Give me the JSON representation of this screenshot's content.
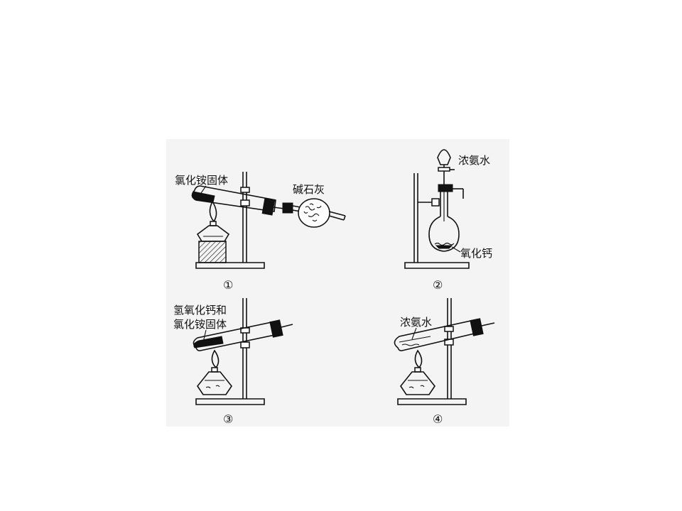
{
  "panels": [
    {
      "number": "①",
      "labels": [
        "氯化铵固体",
        "碱石灰"
      ]
    },
    {
      "number": "②",
      "labels": [
        "浓氨水",
        "氧化钙"
      ]
    },
    {
      "number": "③",
      "labels": [
        "氢氧化钙和",
        "氯化铵固体"
      ]
    },
    {
      "number": "④",
      "labels": [
        "浓氨水"
      ]
    }
  ]
}
